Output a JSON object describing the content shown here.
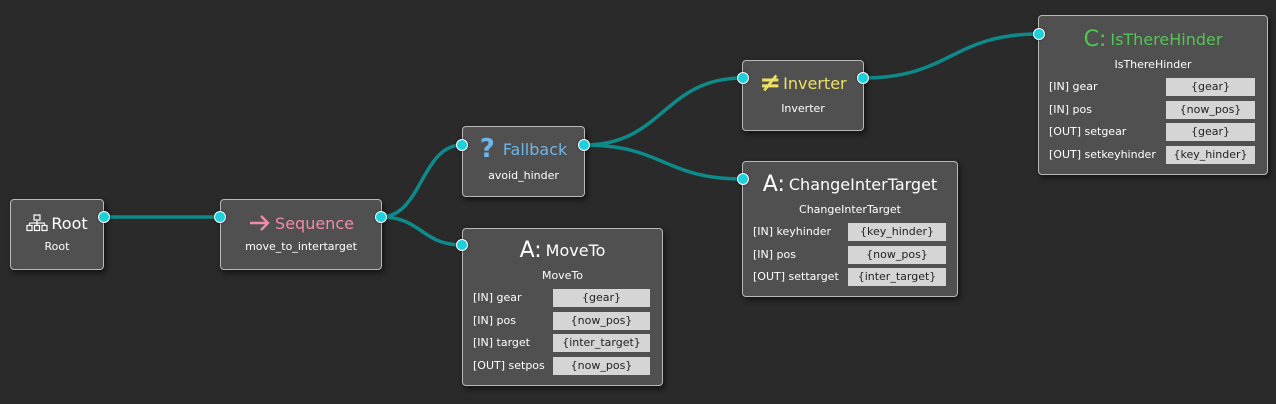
{
  "colors": {
    "background": "#2a2a2a",
    "edge": "#0e8a8a",
    "port_dot": "#1cd0dc",
    "root_title": "#ffffff",
    "sequence": "#f28ba8",
    "fallback": "#6fb6e8",
    "inverter": "#f0e060",
    "action": "#ffffff",
    "condition": "#50c850"
  },
  "nodes": {
    "root": {
      "icon": "tree-icon",
      "title": "Root",
      "instance": "Root"
    },
    "sequence": {
      "icon": "arrow-right-icon",
      "title": "Sequence",
      "instance": "move_to_intertarget"
    },
    "fallback": {
      "icon": "question-icon",
      "title": "Fallback",
      "instance": "avoid_hinder"
    },
    "moveto": {
      "icon_text": "A:",
      "title": "MoveTo",
      "instance": "MoveTo",
      "ports": [
        {
          "name": "[IN] gear",
          "value": "{gear}"
        },
        {
          "name": "[IN] pos",
          "value": "{now_pos}"
        },
        {
          "name": "[IN] target",
          "value": "{inter_target}"
        },
        {
          "name": "[OUT] setpos",
          "value": "{now_pos}"
        }
      ]
    },
    "inverter": {
      "icon_text": "≠",
      "title": "Inverter",
      "instance": "Inverter"
    },
    "changeintertarget": {
      "icon_text": "A:",
      "title": "ChangeInterTarget",
      "instance": "ChangeInterTarget",
      "ports": [
        {
          "name": "[IN] keyhinder",
          "value": "{key_hinder}"
        },
        {
          "name": "[IN] pos",
          "value": "{now_pos}"
        },
        {
          "name": "[OUT] settarget",
          "value": "{inter_target}"
        }
      ]
    },
    "isthere": {
      "icon_text": "C:",
      "title": "IsThereHinder",
      "instance": "IsThereHinder",
      "ports": [
        {
          "name": "[IN] gear",
          "value": "{gear}"
        },
        {
          "name": "[IN] pos",
          "value": "{now_pos}"
        },
        {
          "name": "[OUT] setgear",
          "value": "{gear}"
        },
        {
          "name": "[OUT] setkeyhinder",
          "value": "{key_hinder}"
        }
      ]
    }
  },
  "edges": [
    [
      "root",
      "sequence"
    ],
    [
      "sequence",
      "fallback"
    ],
    [
      "sequence",
      "moveto"
    ],
    [
      "fallback",
      "inverter"
    ],
    [
      "fallback",
      "changeintertarget"
    ],
    [
      "inverter",
      "isthere"
    ]
  ]
}
